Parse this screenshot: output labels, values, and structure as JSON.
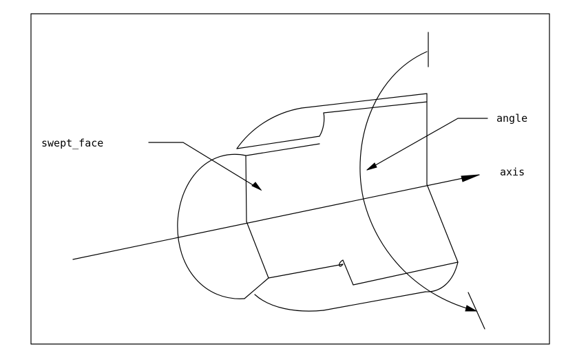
{
  "diagram": {
    "labels": {
      "swept_face": "swept_face",
      "angle": "angle",
      "axis": "axis"
    },
    "colors": {
      "line": "#000000",
      "background": "#ffffff"
    }
  }
}
